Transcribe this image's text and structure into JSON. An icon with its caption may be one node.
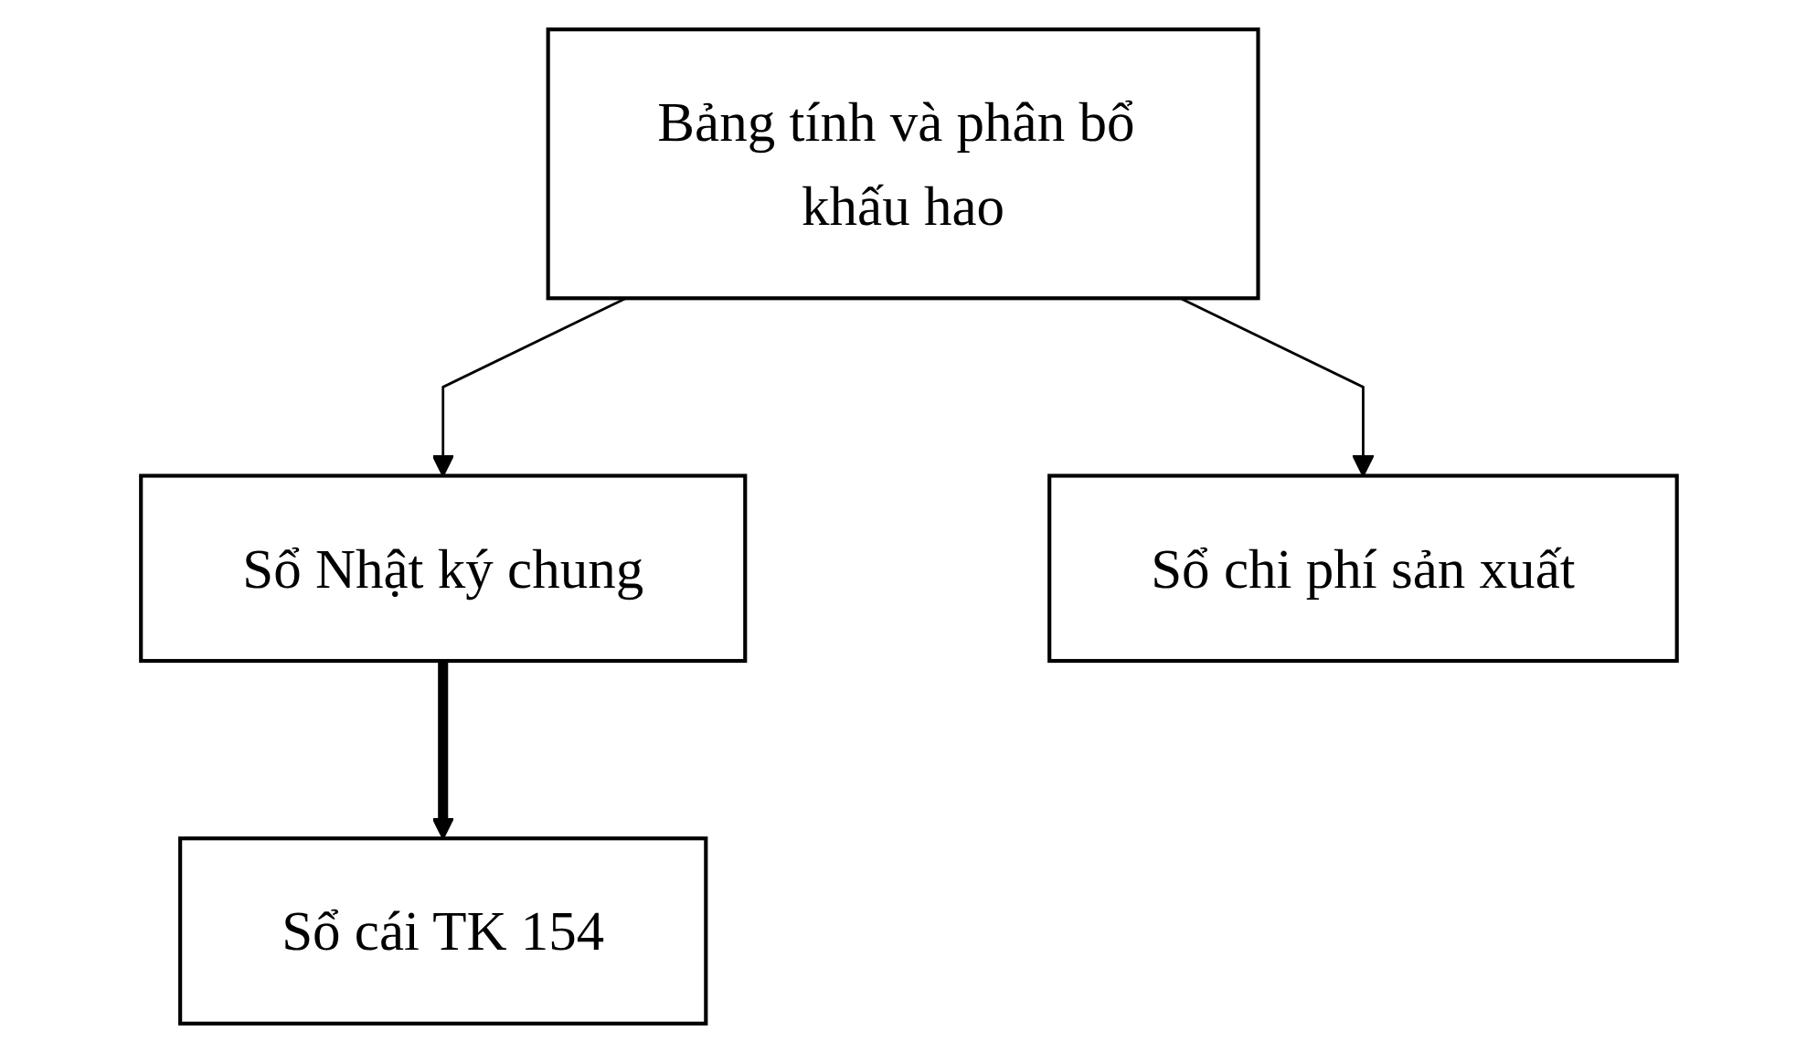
{
  "diagram": {
    "nodes": [
      {
        "text": [
          "Bảng tính và phân bổ khấu hao"
        ]
      },
      {
        "text": [
          "Sổ Nhật ký chung"
        ]
      },
      {
        "text": [
          "Sổ chi phí sản xuất"
        ]
      },
      {
        "text": [
          "Sổ cái TK 154"
        ]
      }
    ],
    "edges": [
      {
        "from": 0,
        "to": 1,
        "arrow": "to"
      },
      {
        "from": 0,
        "to": 2,
        "arrow": "to"
      },
      {
        "from": 1,
        "to": 3,
        "arrow": "to",
        "style": "thick"
      }
    ]
  }
}
